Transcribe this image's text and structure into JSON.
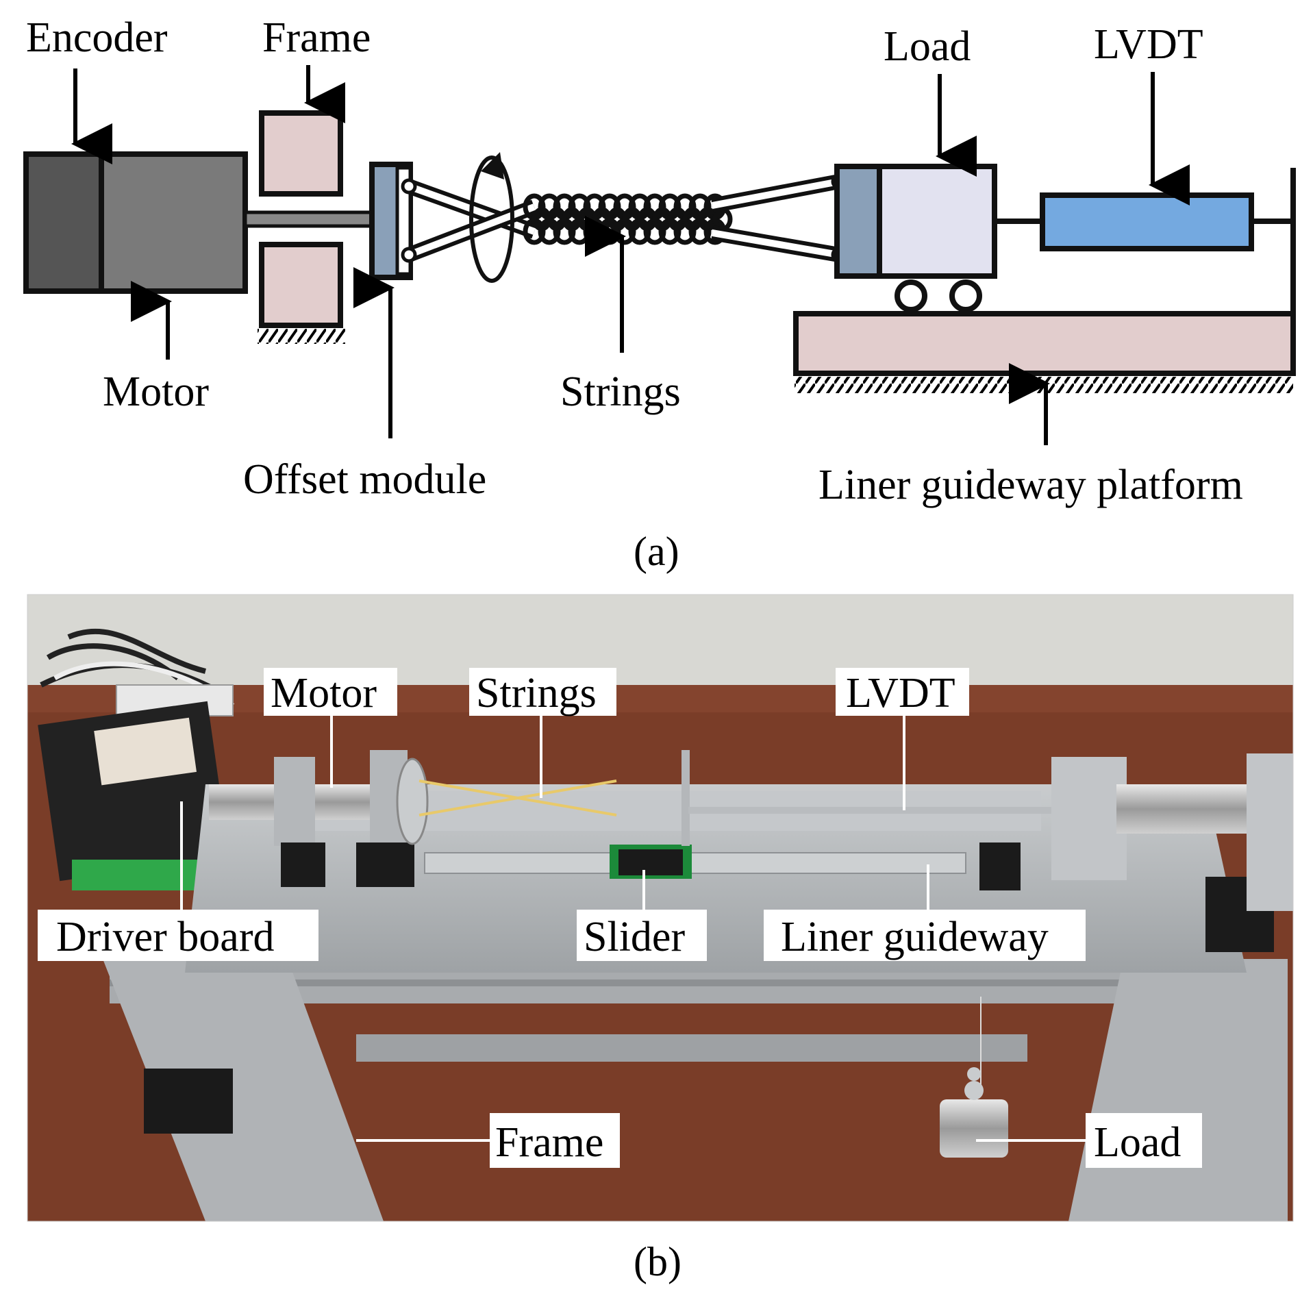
{
  "panel_a": {
    "labels": {
      "encoder": "Encoder",
      "frame": "Frame",
      "motor": "Motor",
      "offset_module": "Offset module",
      "strings": "Strings",
      "load": "Load",
      "lvdt": "LVDT",
      "platform": "Liner guideway platform"
    },
    "caption": "(a)"
  },
  "panel_b": {
    "labels": {
      "motor": "Motor",
      "strings": "Strings",
      "lvdt": "LVDT",
      "driver_board": "Driver board",
      "slider": "Slider",
      "liner_guideway": "Liner guideway",
      "frame": "Frame",
      "load": "Load"
    },
    "caption": "(b)"
  },
  "colors": {
    "encoder": "#555555",
    "motor": "#7a7a7a",
    "frame_block": "#e2cdcd",
    "offset_module": "#8aa0b8",
    "load_block": "#e2e2f0",
    "lvdt": "#74a9e0",
    "platform": "#e2cdcd",
    "photo_wall": "#d8d8d3",
    "photo_table": "#7a3d28",
    "photo_aluminum": "#b9bcbf",
    "slider_green": "#1c8a3a"
  }
}
